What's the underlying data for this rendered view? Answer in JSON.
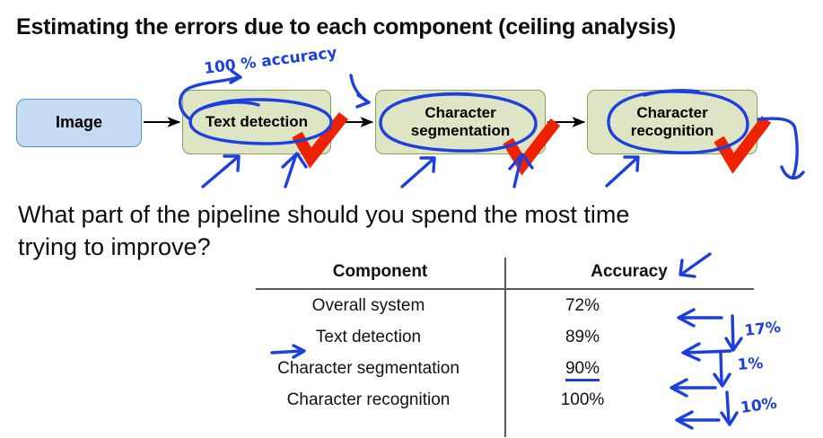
{
  "slide": {
    "title": "Estimating the errors due to each component (ceiling analysis)",
    "question": "What part of the pipeline should you spend the most time trying to improve?"
  },
  "pipeline": {
    "stages": [
      {
        "label": "Image",
        "type": "input"
      },
      {
        "label": "Text detection",
        "type": "component"
      },
      {
        "label": "Character\nsegmentation",
        "line1": "Character",
        "line2": "segmentation",
        "type": "component"
      },
      {
        "label": "Character\nrecognition",
        "line1": "Character",
        "line2": "recognition",
        "type": "component"
      }
    ],
    "annotation_top": "100 % accuracy"
  },
  "table": {
    "headers": [
      "Component",
      "Accuracy"
    ],
    "rows": [
      {
        "component": "Overall system",
        "accuracy": "72%",
        "marked": false,
        "underlined": false
      },
      {
        "component": "Text detection",
        "accuracy": "89%",
        "marked": true,
        "underlined": false
      },
      {
        "component": "Character segmentation",
        "accuracy": "90%",
        "marked": false,
        "underlined": true
      },
      {
        "component": "Character recognition",
        "accuracy": "100%",
        "marked": false,
        "underlined": false
      }
    ]
  },
  "annotations": {
    "deltas": [
      "17%",
      "1%",
      "10%"
    ]
  },
  "colors": {
    "ink_blue": "#1c3fdd",
    "check_red": "#ee2200",
    "box_green_fill": "#dde5c4",
    "box_green_border": "#8d9e56",
    "box_blue_fill": "#c4dbf2",
    "box_blue_border": "#5b93cc",
    "rule_gray": "#595959"
  }
}
